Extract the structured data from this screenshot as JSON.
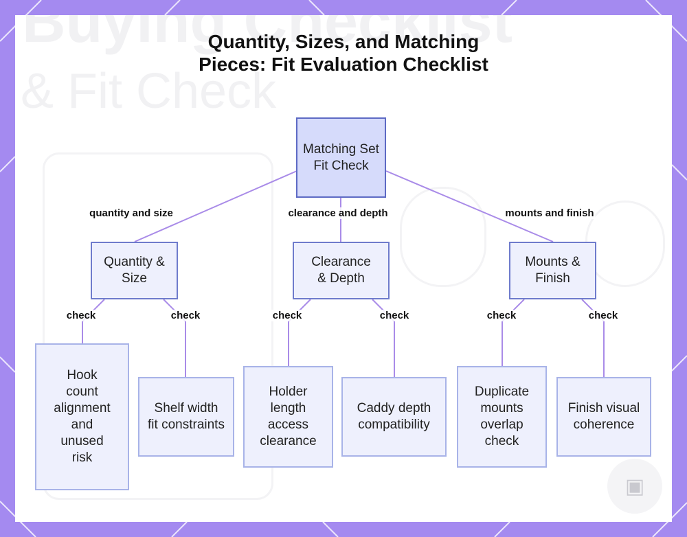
{
  "title": {
    "line1": "Quantity, Sizes, and Matching",
    "line2": "Pieces: Fit Evaluation Checklist"
  },
  "background_text": {
    "line1": "Buying Checklist",
    "line2": "& Fit Check"
  },
  "colors": {
    "frame": "#a48af0",
    "edge": "#a98be8",
    "root_fill": "#d6dbfb",
    "node_fill": "#eef0fd",
    "node_border": "#a8b3e8"
  },
  "nodes": {
    "root": "Matching Set Fit Check",
    "quantity_size": "Quantity & Size",
    "clearance_depth": "Clearance & Depth",
    "mounts_finish": "Mounts & Finish",
    "hook_count": "Hook count alignment and unused risk",
    "shelf_width": "Shelf width fit constraints",
    "holder_length": "Holder length access clearance",
    "caddy_depth": "Caddy depth compatibility",
    "duplicate_mounts": "Duplicate mounts overlap check",
    "finish_visual": "Finish visual coherence"
  },
  "edge_labels": {
    "root_to_quantity": "quantity and size",
    "root_to_clearance": "clearance and depth",
    "root_to_mounts": "mounts and finish",
    "check": "check"
  }
}
